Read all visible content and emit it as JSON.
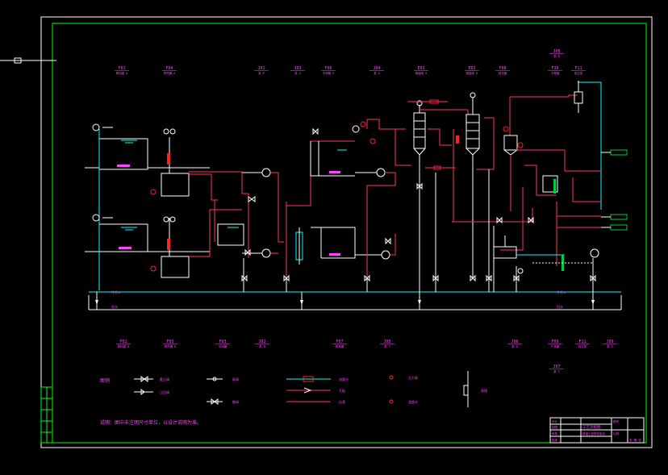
{
  "colors": {
    "background": "#000000",
    "frame": "#ffffff",
    "border": "#00ff00",
    "pipe_primary": "#ff3366",
    "pipe_cold": "#00ffff",
    "pipe_white": "#ffffff",
    "label": "#ff44ff",
    "accent_red": "#ff2222",
    "accent_green": "#00cc44",
    "accent_yellow": "#ffff00"
  },
  "top_tags": [
    {
      "tag": "F01",
      "sub": "原料罐 A"
    },
    {
      "tag": "F04",
      "sub": "预热器 A"
    },
    {
      "tag": "J01",
      "sub": "泵 P"
    },
    {
      "tag": "J03",
      "sub": "泵 A"
    },
    {
      "tag": "F06",
      "sub": "冷却器 A"
    },
    {
      "tag": "J04",
      "sub": "泵 A"
    },
    {
      "tag": "E01",
      "sub": "精馏塔 A"
    },
    {
      "tag": "E02",
      "sub": "精馏塔 B"
    },
    {
      "tag": "F08",
      "sub": "回流罐"
    },
    {
      "tag": "F10",
      "sub": "冷凝器"
    },
    {
      "tag": "F11",
      "sub": "真空泵"
    }
  ],
  "top_extra_tag": {
    "tag": "J08",
    "sub": "泵 B"
  },
  "bottom_tags": [
    {
      "tag": "F02",
      "sub": "原料罐 B"
    },
    {
      "tag": "F05",
      "sub": "预热器 B"
    },
    {
      "tag": "F03",
      "sub": "中间罐"
    },
    {
      "tag": "J02",
      "sub": "泵 B"
    },
    {
      "tag": "F07",
      "sub": "再沸器"
    },
    {
      "tag": "J05",
      "sub": "泵 C"
    },
    {
      "tag": "J06",
      "sub": "泵 D"
    },
    {
      "tag": "F09",
      "sub": "产品罐"
    },
    {
      "tag": "F11",
      "sub": "真空泵"
    },
    {
      "tag": "J09",
      "sub": "泵 E"
    }
  ],
  "bottom_extra_tag": {
    "tag": "J07",
    "sub": "泵 F"
  },
  "legend": {
    "title": "图例",
    "items_col1": [
      "截止阀",
      "止回阀"
    ],
    "items_col2": [
      "球阀",
      "蝶阀"
    ],
    "items_col3": [
      "流量计",
      "孔板",
      "仪表"
    ],
    "items_col4": [
      "压力表",
      "温度计"
    ],
    "item_col5": "视镜"
  },
  "note": "说明：图中未注明尺寸单位，以设计说明为准。",
  "title_block": {
    "drawing_title": "工艺流程图",
    "sub_title": "精馏工段带控制点",
    "rows": [
      "设计",
      "制图",
      "审核",
      "批准"
    ],
    "right_top": "图号",
    "right_mid": "比例",
    "right_bot": "张 第 张"
  },
  "bus_labels": {
    "left": "冷却水",
    "right": "冷却水",
    "left2": "给水",
    "right2": "回水"
  }
}
